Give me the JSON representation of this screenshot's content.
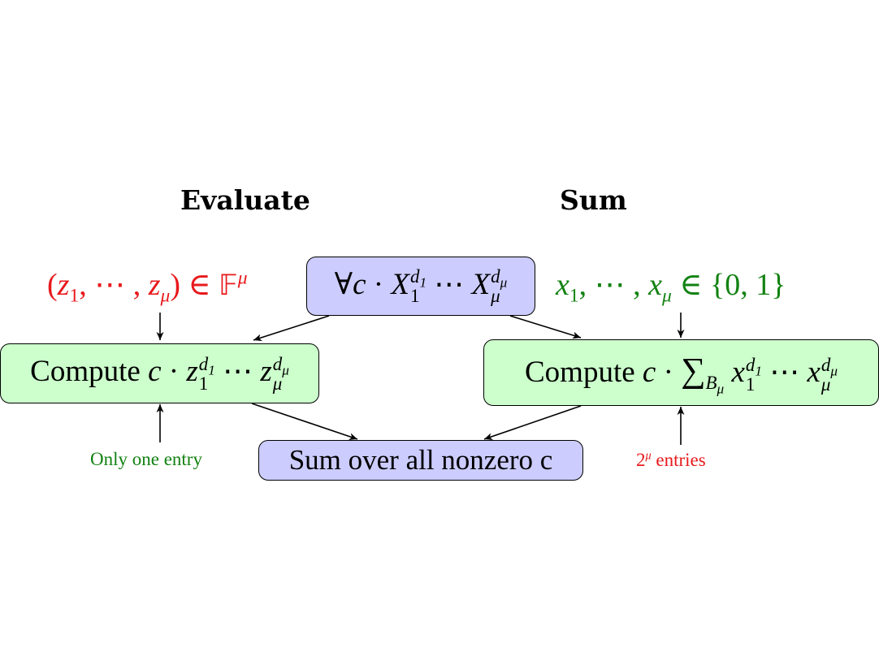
{
  "headings": {
    "evaluate": "Evaluate",
    "sum": "Sum"
  },
  "inputs": {
    "evaluate_point": "(z1, ⋯ , zμ) ∈ 𝔽^μ",
    "sum_domain": "x1, ⋯ , xμ ∈ {0, 1}"
  },
  "nodes": {
    "monomial": "∀c · X1^d1 ⋯ Xμ^dμ",
    "compute_evaluate": "Compute c · z1^d1 ⋯ zμ^dμ",
    "compute_sum": "Compute c · Σ_Bμ x1^d1 ⋯ xμ^dμ",
    "sum_all": "Sum over all nonzero c"
  },
  "notes": {
    "only_one": "Only one entry",
    "two_mu": "2^μ entries"
  },
  "colors": {
    "blue_box": "#ccccff",
    "green_box": "#ccffcc",
    "red_text": "#e8191c",
    "green_text": "#128212"
  }
}
